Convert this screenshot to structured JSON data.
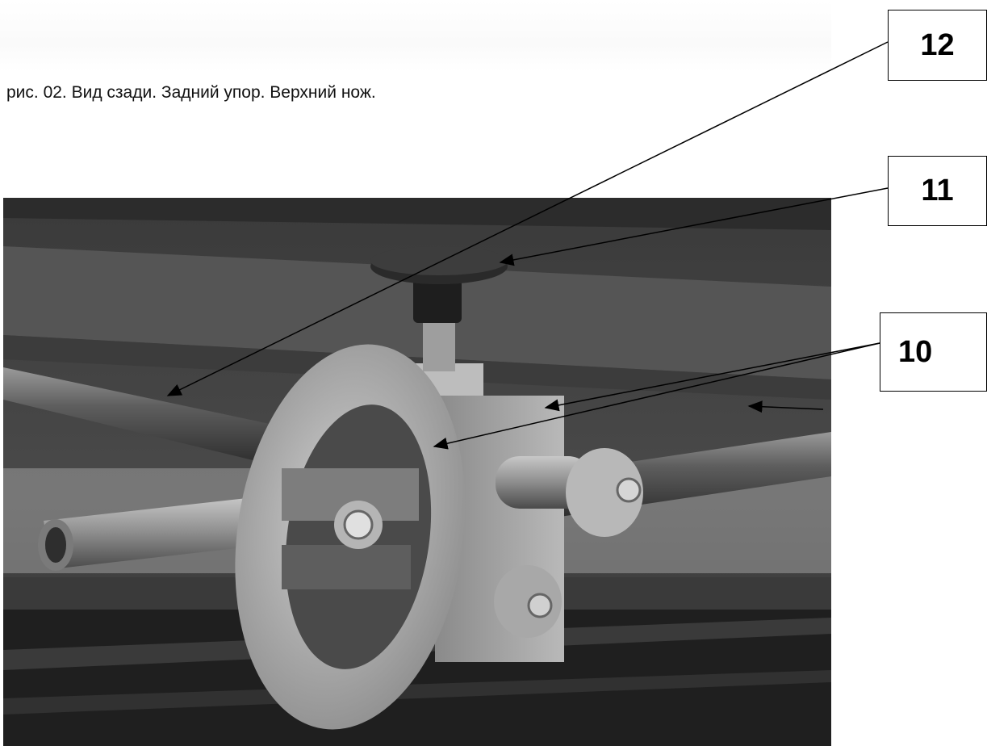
{
  "caption": "рис. 02. Вид сзади. Задний упор. Верхний нож.",
  "callouts": [
    {
      "id": "12",
      "label": "12"
    },
    {
      "id": "11",
      "label": "11"
    },
    {
      "id": "10",
      "label": "10"
    }
  ],
  "photo": {
    "icon": "machine-photo-icon",
    "palette": {
      "dark": "#262626",
      "mid": "#6b6b6b",
      "metal": "#a9a9a9",
      "light": "#cfcfcf"
    }
  }
}
